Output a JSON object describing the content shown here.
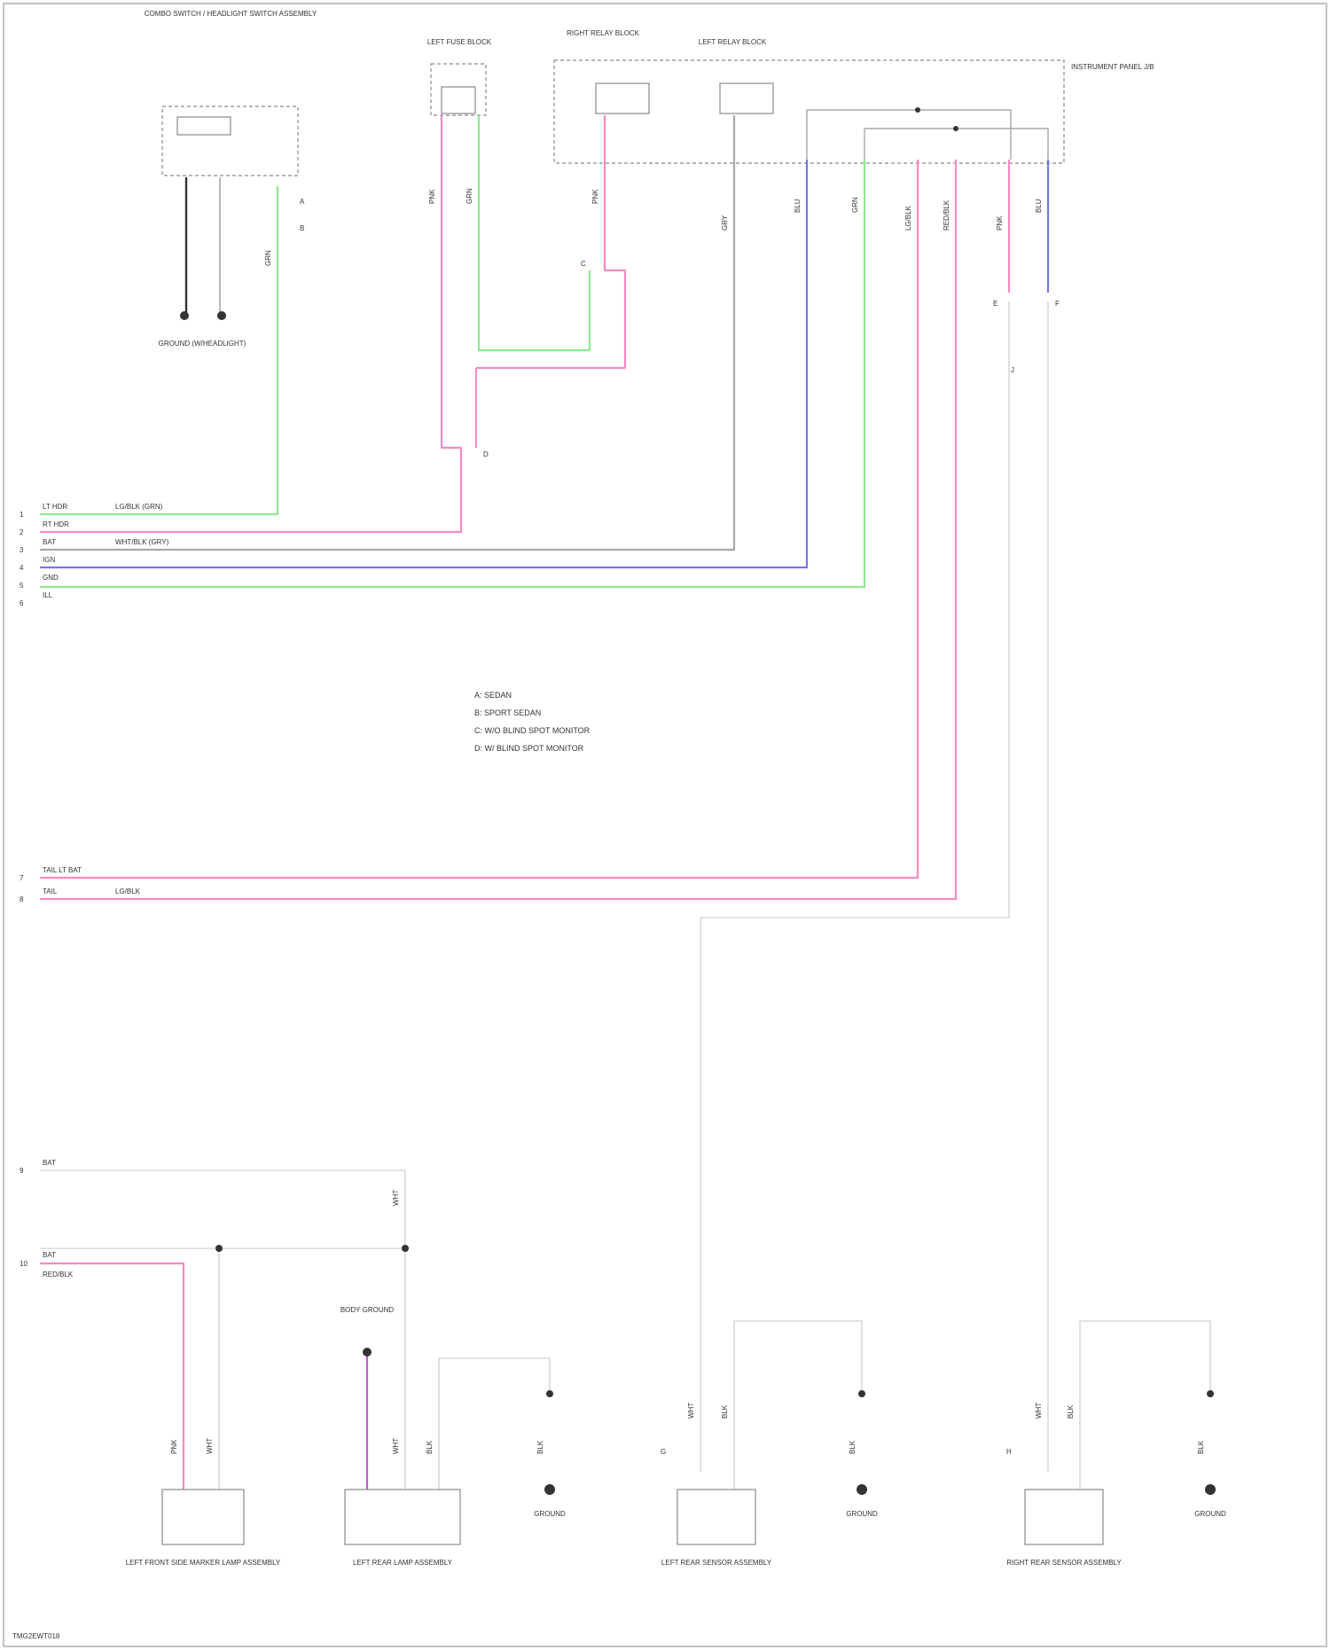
{
  "colors": {
    "pink": "#f48ac2",
    "green": "#8fe88f",
    "blue": "#7676f0",
    "gray": "#a8a8a8",
    "light": "#d8d8d8",
    "purple": "#c060d0",
    "ink": "#333333"
  },
  "components": {
    "combo_switch": "COMBO SWITCH / HEADLIGHT SWITCH ASSEMBLY",
    "combo_switch_ground": "GROUND (W/HEADLIGHT)",
    "left_fuse_block": "LEFT FUSE BLOCK",
    "right_relay_block": "RIGHT RELAY BLOCK",
    "left_relay_block": "LEFT RELAY BLOCK",
    "instrument_panel_jb": "INSTRUMENT PANEL J/B",
    "front_lamp": "LEFT FRONT SIDE MARKER LAMP ASSEMBLY",
    "rear_lamp": "LEFT REAR LAMP ASSEMBLY",
    "body_ground": "BODY GROUND",
    "left_sensor": "LEFT REAR SENSOR ASSEMBLY",
    "right_sensor": "RIGHT REAR SENSOR ASSEMBLY",
    "ground_a": "GROUND",
    "ground_b": "GROUND",
    "ground_c": "GROUND"
  },
  "connectors": {
    "c_a": "A",
    "c_b": "B",
    "c_c": "C",
    "c_d": "D",
    "c_e": "E",
    "c_f": "F",
    "c_g": "G",
    "c_h": "H",
    "c_j": "J"
  },
  "left_signals": [
    {
      "pin": "1",
      "name": "LT HDR",
      "wire": "LG/BLK (GRN)"
    },
    {
      "pin": "2",
      "name": "RT HDR",
      "wire": ""
    },
    {
      "pin": "3",
      "name": "BAT",
      "wire": ""
    },
    {
      "pin": "4",
      "name": "IGN",
      "wire": "WHT/BLK (GRY)"
    },
    {
      "pin": "5",
      "name": "GND",
      "wire": ""
    },
    {
      "pin": "6",
      "name": "ILL",
      "wire": ""
    }
  ],
  "mid_signals": [
    {
      "pin": "7",
      "name": "TAIL LT BAT",
      "wire": ""
    },
    {
      "pin": "8",
      "name": "TAIL",
      "wire": "LG/BLK"
    }
  ],
  "bottom_signals": [
    {
      "pin": "9",
      "name": "BAT"
    },
    {
      "pin": "10",
      "name": "BAT",
      "wire": "RED/BLK"
    }
  ],
  "legend": [
    "A: SEDAN",
    "B: SPORT SEDAN",
    "C: W/O BLIND SPOT MONITOR",
    "D: W/ BLIND SPOT MONITOR"
  ],
  "wire_labels": {
    "pk": "PNK",
    "gn": "GRN",
    "bl": "BLU",
    "gy": "GRY",
    "wt": "WHT",
    "bk": "BLK",
    "lgbk": "LG/BLK",
    "rdbk": "RED/BLK"
  },
  "footer_code": "TMG2EWT018"
}
